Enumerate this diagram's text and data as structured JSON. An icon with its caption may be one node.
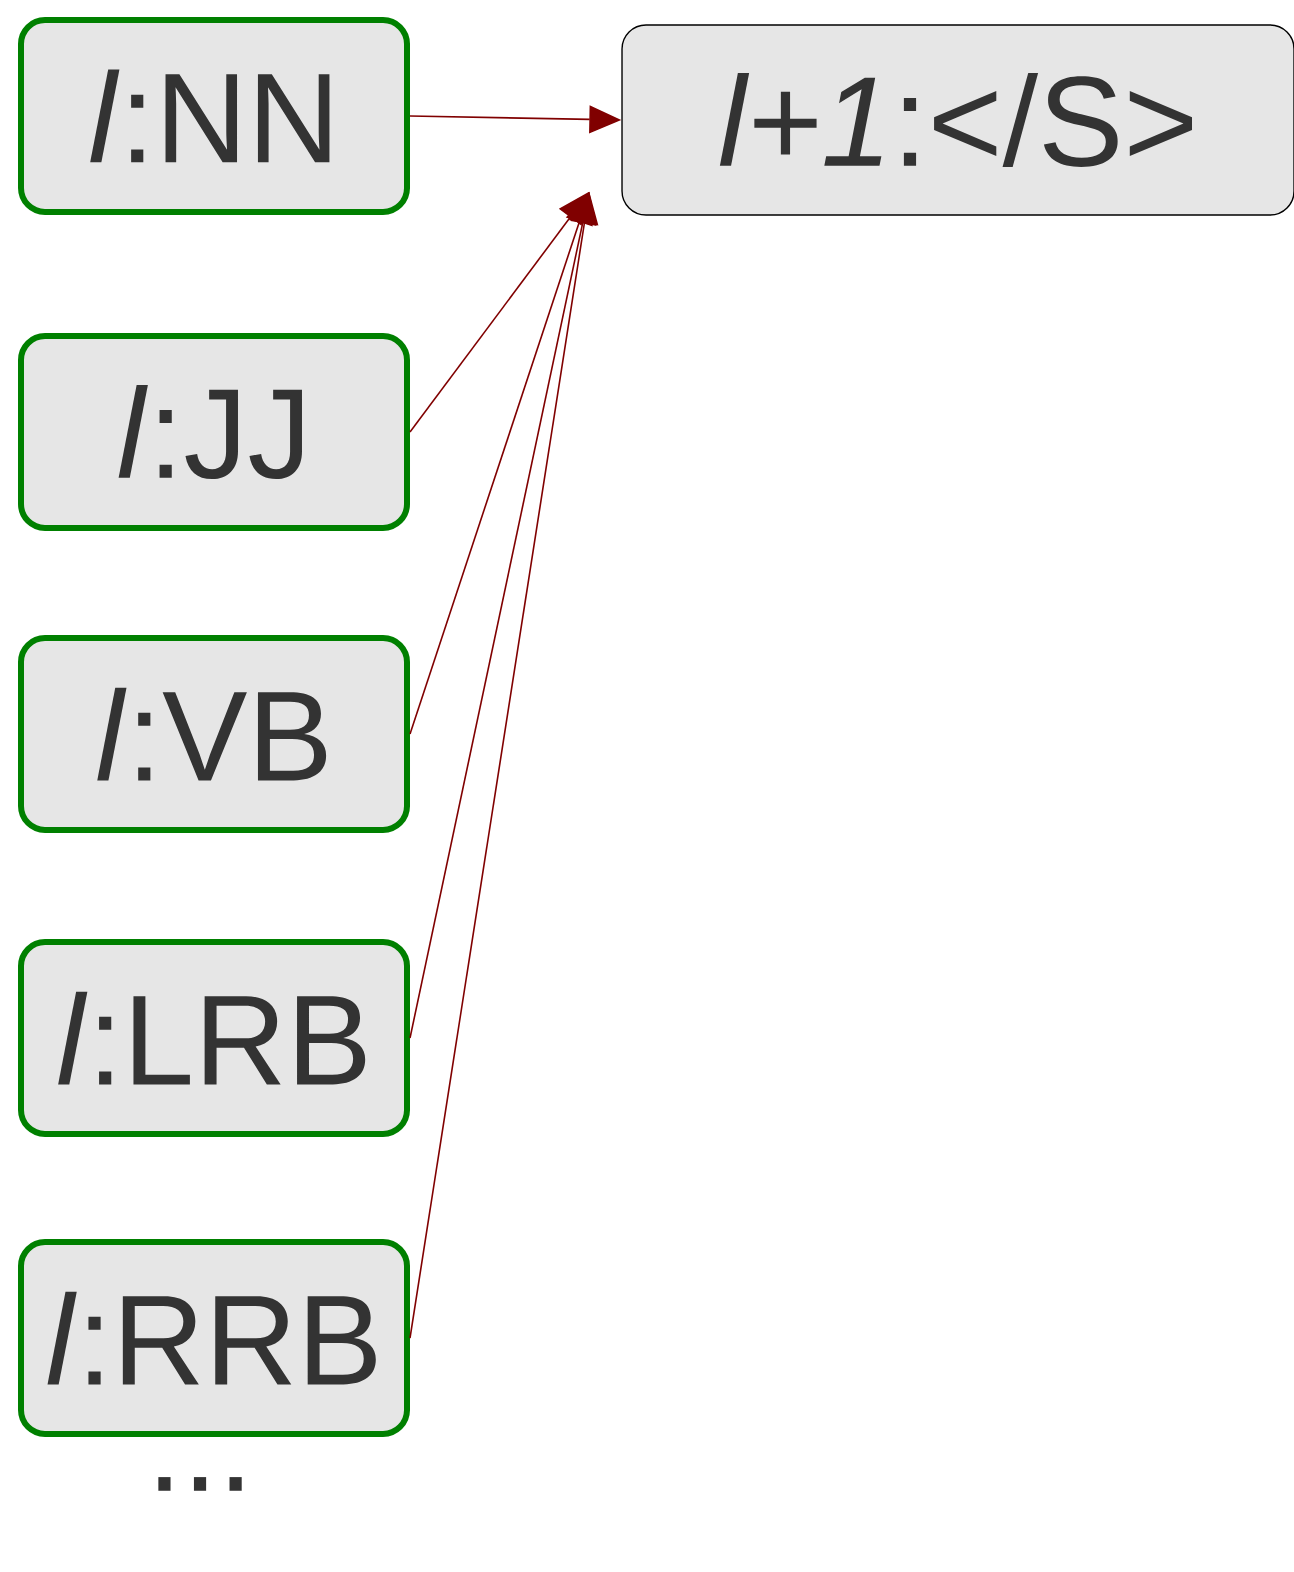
{
  "diagram": {
    "nodes": [
      {
        "text": [
          "*l*:NN"
        ]
      },
      {
        "text": [
          "*l*:JJ"
        ]
      },
      {
        "text": [
          "*l*:VB"
        ]
      },
      {
        "text": [
          "*l*:LRB"
        ]
      },
      {
        "text": [
          "*l*:RRB"
        ]
      },
      {
        "text": [
          "*l+1*:</S>"
        ]
      }
    ],
    "edges": [
      {
        "from": 0,
        "to": 5,
        "arrow": "to",
        "color": "#800000"
      },
      {
        "from": 1,
        "to": 5,
        "arrow": "to",
        "color": "#800000"
      },
      {
        "from": 2,
        "to": 5,
        "arrow": "to",
        "color": "#800000"
      },
      {
        "from": 3,
        "to": 5,
        "arrow": "to",
        "color": "#800000"
      },
      {
        "from": 4,
        "to": 5,
        "arrow": "to",
        "color": "#800000"
      }
    ],
    "labels": [
      "..."
    ]
  }
}
